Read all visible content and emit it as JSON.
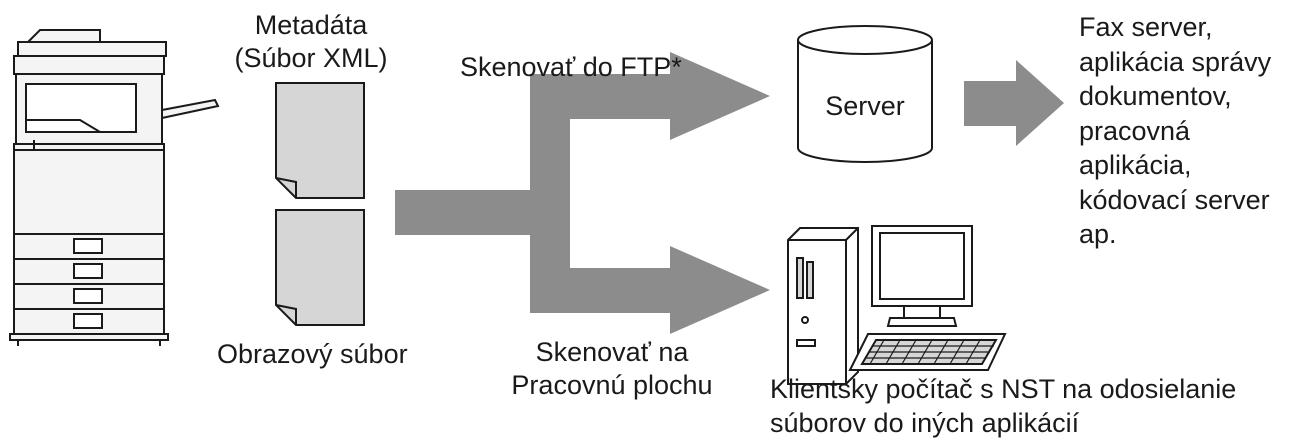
{
  "labels": {
    "metadata_line1": "Metadáta",
    "metadata_line2": "(Súbor XML)",
    "image_file": "Obrazový súbor",
    "scan_ftp": "Skenovať do FTP*",
    "scan_desktop_line1": "Skenovať na",
    "scan_desktop_line2": "Pracovnú plochu",
    "server": "Server",
    "destinations": [
      "Fax server,",
      "aplikácia správy",
      "dokumentov,",
      "pracovná",
      "aplikácia,",
      "kódovací server",
      "ap."
    ],
    "client_line1": "Klientsky počítač s NST na odosielanie",
    "client_line2": "súborov do iných aplikácií"
  },
  "colors": {
    "arrow": "#8c8c8c",
    "document": "#d6d6d6",
    "stroke": "#1a1a1a",
    "machine_fill": "#f4f4f4"
  },
  "icons": [
    "multifunction-printer-icon",
    "metadata-document-icon",
    "image-document-icon",
    "server-database-icon",
    "desktop-computer-icon",
    "keyboard-icon"
  ]
}
